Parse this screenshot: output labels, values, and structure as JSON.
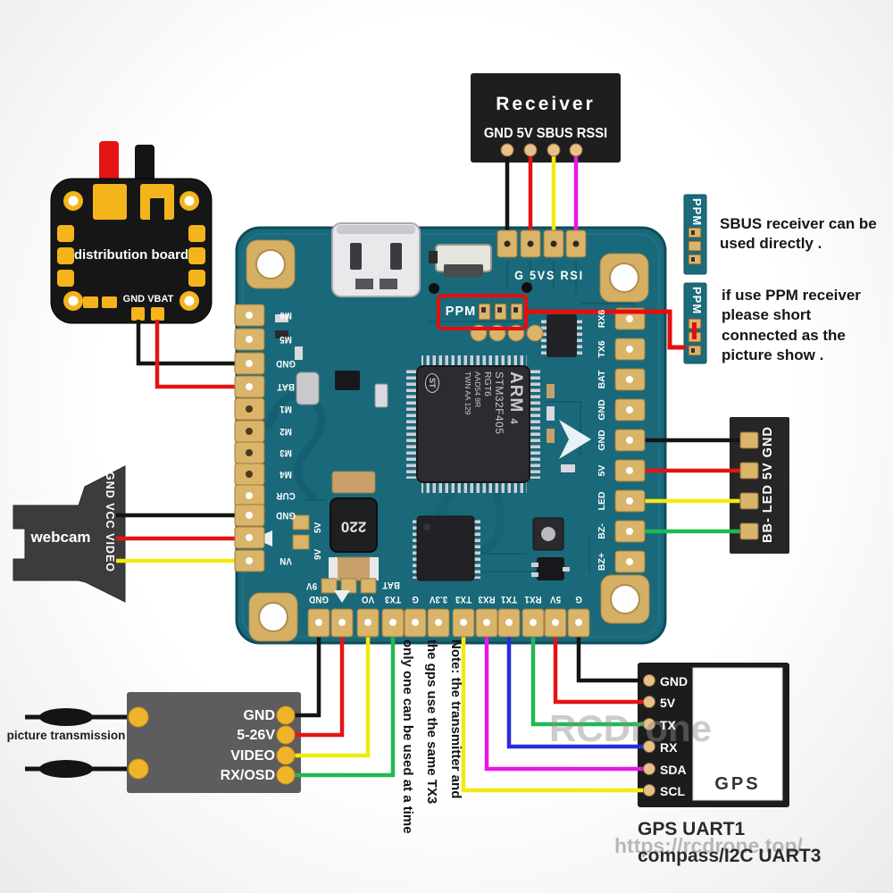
{
  "receiver": {
    "title": "Receiver",
    "pins_label": "GND 5V SBUS RSSI",
    "pins": [
      "GND",
      "5V",
      "SBUS",
      "RSSI"
    ]
  },
  "distribution_board": {
    "label": "distribution board",
    "pins_label": "GND VBAT",
    "pins": [
      "GND",
      "VBAT"
    ]
  },
  "webcam": {
    "label": "webcam",
    "pins_label": "GND VCC VIDEO",
    "pins": [
      "GND",
      "VCC",
      "VIDEO"
    ]
  },
  "picture_transmission": {
    "label": "picture transmission",
    "pins": [
      "GND",
      "5-26V",
      "VIDEO",
      "RX/OSD"
    ]
  },
  "gps": {
    "label": "GPS",
    "pins": [
      "GND",
      "5V",
      "TX",
      "RX",
      "SDA",
      "SCL"
    ],
    "caption": "GPS UART1\ncompass/I2C UART3"
  },
  "led_connector": {
    "pins_label": "BB- LED 5V GND",
    "pins_top_to_bottom": [
      "GND",
      "5V",
      "LED",
      "BB-"
    ]
  },
  "ppm_tabs": {
    "label": "PPM"
  },
  "annotations": {
    "sbus": "SBUS receiver can be\nused directly .",
    "ppm": "if use PPM receiver\nplease short\nconnected as the\npicture show .",
    "note_vertical": "Note: the transmitter and\nthe gps use the same TX3\nonly one can be used at a time"
  },
  "fc": {
    "top_pins_label": "G 5VS RSI",
    "ppm_label": "PPM",
    "left_pins": [
      "M6",
      "M5",
      "GND",
      "BAT",
      "M1",
      "M2",
      "M3",
      "M4",
      "CUR",
      "GND",
      "",
      "VN"
    ],
    "bottom_pins": [
      "GND",
      "",
      "VO",
      "TX3",
      "G",
      "3.3V",
      "TX3",
      "RX3",
      "TX1",
      "RX1",
      "5V",
      "G"
    ],
    "right_pins": [
      "RX6",
      "TX6",
      "BAT",
      "GND",
      "GND",
      "5V",
      "LED",
      "BZ-",
      "BZ+"
    ],
    "silkscreen": {
      "v5": "5V",
      "v9": "9V",
      "v9b": "9V",
      "bat": "BAT"
    },
    "mcu": {
      "brand": "ARM",
      "core_mark": "4",
      "part": "STM32F405",
      "suffix": "RGT6",
      "lot": "AAD54 9R\nTWN AA 129",
      "logo": "ST"
    },
    "inductor": "220"
  },
  "watermark": {
    "brand": "RCDrone",
    "url": "https://rcdrone.top/"
  },
  "colors": {
    "board_teal": "#19697a",
    "board_edge": "#0e4c5a",
    "pad_gold": "#d9b469",
    "black_box": "#1e1e1e",
    "gray_box": "#5d5d5f",
    "pcb_black": "#161616",
    "pad_yellow": "#f4b41c",
    "annotation_red": "#e60d0d",
    "wire_black": "#141414",
    "wire_red": "#e41414",
    "wire_yellow": "#f2ea0f",
    "wire_magenta": "#e716e7",
    "wire_green": "#1fb953",
    "wire_blue": "#2b2bdd"
  }
}
